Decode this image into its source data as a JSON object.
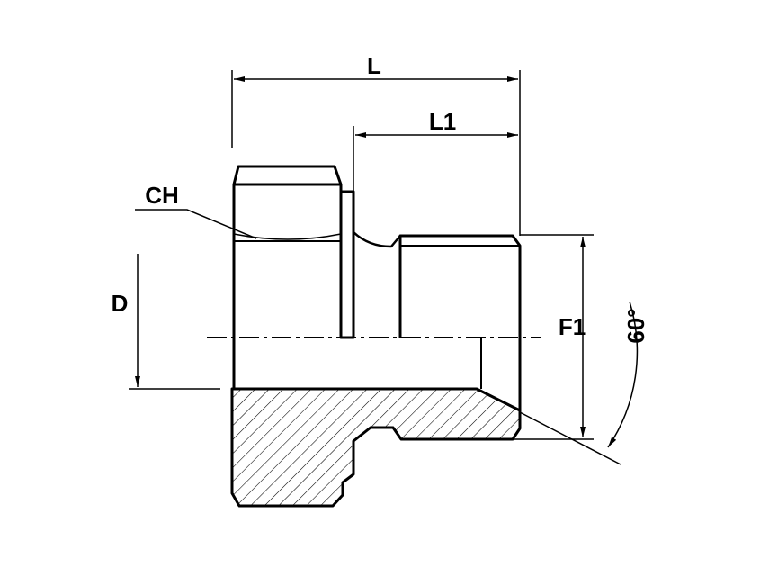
{
  "labels": {
    "L": "L",
    "L1": "L1",
    "CH": "CH",
    "D": "D",
    "F1": "F1",
    "angle": "60°"
  }
}
